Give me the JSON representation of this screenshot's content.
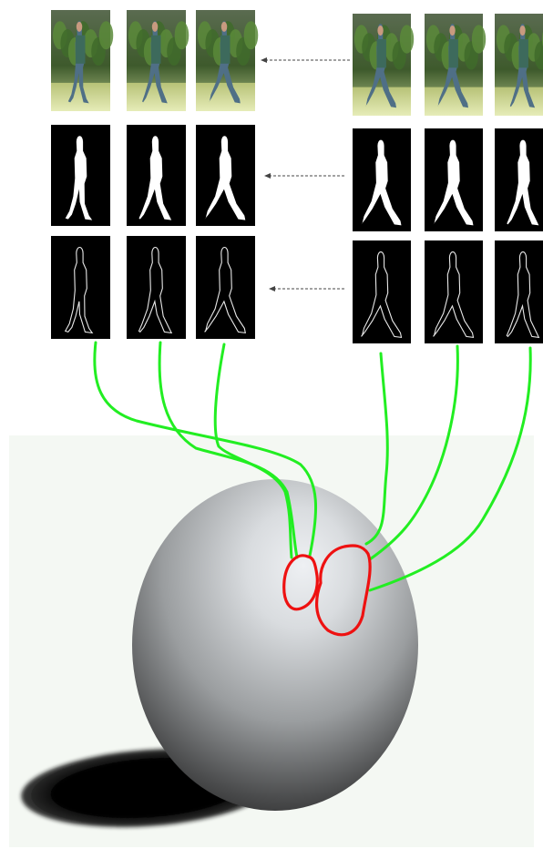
{
  "figure": {
    "left_group": {
      "frames": [
        {
          "pose": "stride-narrow"
        },
        {
          "pose": "stride-mid"
        },
        {
          "pose": "stride-wide"
        }
      ]
    },
    "right_group": {
      "frames": [
        {
          "pose": "stride-wide"
        },
        {
          "pose": "stride-wide"
        },
        {
          "pose": "stride-mid"
        }
      ]
    },
    "rows": [
      "rgb-frame",
      "silhouette",
      "contour"
    ],
    "connector_color": "#22ee22",
    "region_color": "#ee1111",
    "arrow_color": "#444444",
    "ground_color": "#f4f8f3"
  }
}
